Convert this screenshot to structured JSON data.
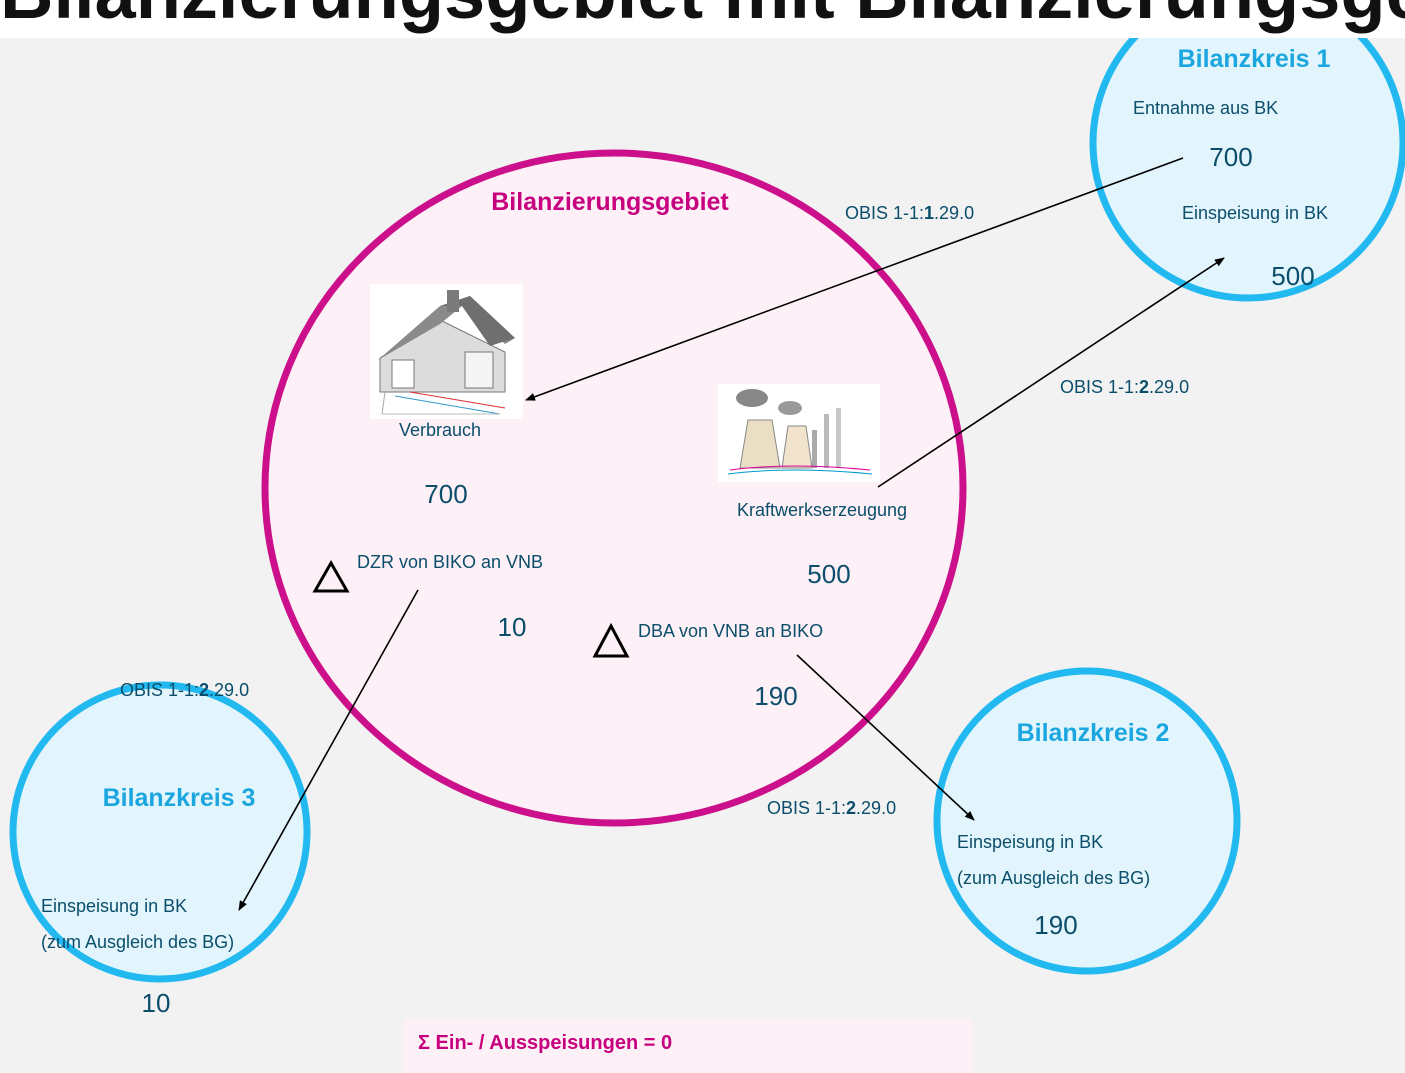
{
  "header": {
    "title": "Bilanzierungsgebiet mit Bilanzierungsgegenstand (?)"
  },
  "colors": {
    "area_border": "#cc0f8a",
    "area_fill": "#fdf0f7",
    "bk_border": "#22b8f0",
    "bk_fill": "#e3f5fc",
    "text_teal": "#0b4e6b",
    "title_magenta": "#c6007e",
    "title_cyan": "#1ba6e0"
  },
  "area": {
    "title": "Bilanzierungsgebiet",
    "verbrauch": {
      "label": "Verbrauch",
      "value": "700",
      "icon": "house-icon"
    },
    "kraftwerk": {
      "label": "Kraftwerkserzeugung",
      "value": "500",
      "icon": "power-plant-icon"
    },
    "dzr": {
      "label": "DZR von BIKO an VNB",
      "value": "10",
      "icon": "delta-icon"
    },
    "dba": {
      "label": "DBA von VNB an BIKO",
      "value": "190",
      "icon": "delta-icon"
    }
  },
  "bk1": {
    "title": "Bilanzkreis 1",
    "entnahme_label": "Entnahme aus BK",
    "entnahme_value": "700",
    "einspeisung_label": "Einspeisung in BK",
    "einspeisung_value": "500"
  },
  "bk2": {
    "title": "Bilanzkreis 2",
    "line1": "Einspeisung in BK",
    "line2": "(zum Ausgleich des BG)",
    "value": "190"
  },
  "bk3": {
    "title": "Bilanzkreis 3",
    "line1": "Einspeisung in BK",
    "line2": "(zum Ausgleich des BG)",
    "value": "10"
  },
  "obis": {
    "o1": {
      "prefix": "OBIS 1-1:",
      "bold": "1",
      "suffix": ".29.0"
    },
    "o2": {
      "prefix": "OBIS 1-1:",
      "bold": "2",
      "suffix": ".29.0"
    },
    "o3": {
      "prefix": "OBIS 1-1:",
      "bold": "2",
      "suffix": ".29.0"
    },
    "o4": {
      "prefix": "OBIS 1-1:",
      "bold": "2",
      "suffix": ".29.0"
    }
  },
  "summary": {
    "text": "Σ Ein- / Ausspeisungen = 0"
  }
}
